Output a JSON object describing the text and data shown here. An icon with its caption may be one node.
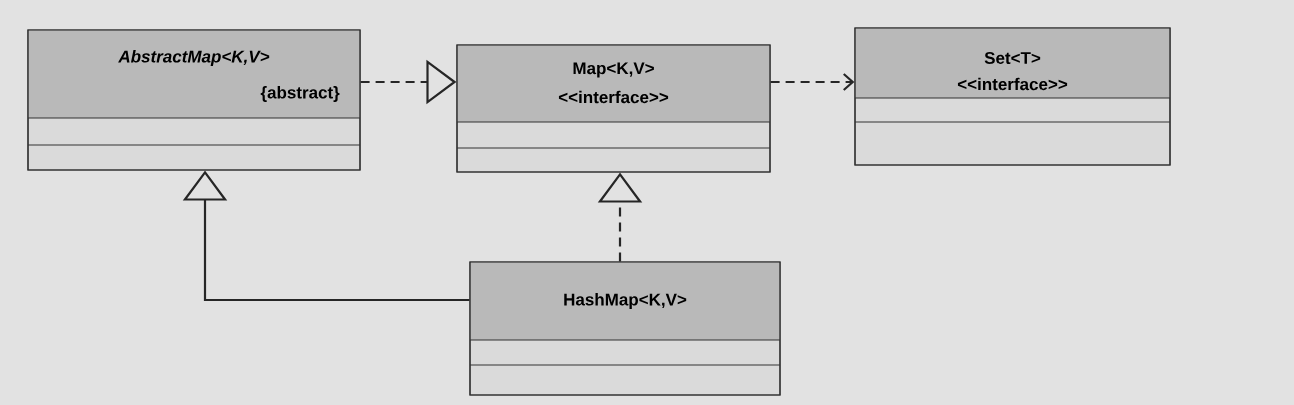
{
  "diagram": {
    "nodes": [
      {
        "text": [
          "AbstractMap<K,V>",
          "{abstract}"
        ]
      },
      {
        "text": [
          "Map<K,V>",
          "<<interface>>"
        ]
      },
      {
        "text": [
          "Set<T>",
          "<<interface>>"
        ]
      },
      {
        "text": [
          "HashMap<K,V>"
        ]
      }
    ],
    "edges": [
      {
        "from": 0,
        "to": 1,
        "arrow": "to",
        "style": "dashed"
      },
      {
        "from": 1,
        "to": 2,
        "arrow": "to",
        "style": "dashed"
      },
      {
        "from": 3,
        "to": 0,
        "arrow": "to"
      },
      {
        "from": 3,
        "to": 1,
        "arrow": "to",
        "style": "dashed"
      }
    ]
  }
}
